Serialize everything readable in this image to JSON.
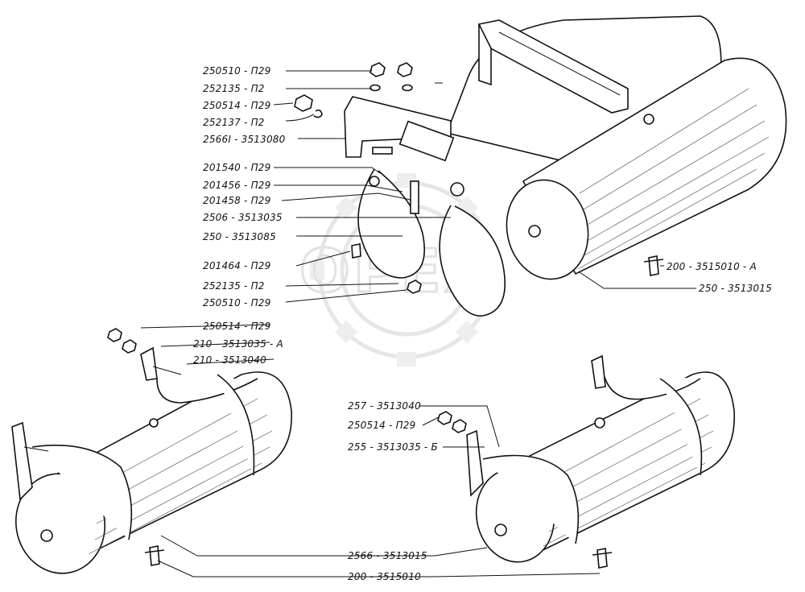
{
  "watermark": {
    "text": "OPEX"
  },
  "labels": {
    "l250510_a": "250510 - П29",
    "l252135_a": "252135 - П2",
    "l250514_a": "250514 - П29",
    "l252137": "252137 - П2",
    "l2566_3513080": "2566I - 3513080",
    "l201540": "201540 - П29",
    "l201456": "201456 - П29",
    "l201458": "201458 - П29",
    "l2506_3513035": "2506 - 3513035",
    "l250_3513085": "250 - 3513085",
    "l201464": "201464 - П29",
    "l252135_b": "252135 - П2",
    "l250510_b": "250510 - П29",
    "l250514_b": "250514 - П29",
    "l210_3513035_A": "210 - 3513035 - A",
    "l210_3513040": "210 - 3513040",
    "l200_3515010_A": "200 - 3515010 - A",
    "l250_3513015": "250 - 3513015",
    "l257_3513040": "257 - 3513040",
    "l250514_c": "250514 - П29",
    "l255_3513035_B": "255 - 3513035 - Б",
    "l2566_3513015": "2566 - 3513015",
    "l200_3515010": "200 - 3515010"
  }
}
